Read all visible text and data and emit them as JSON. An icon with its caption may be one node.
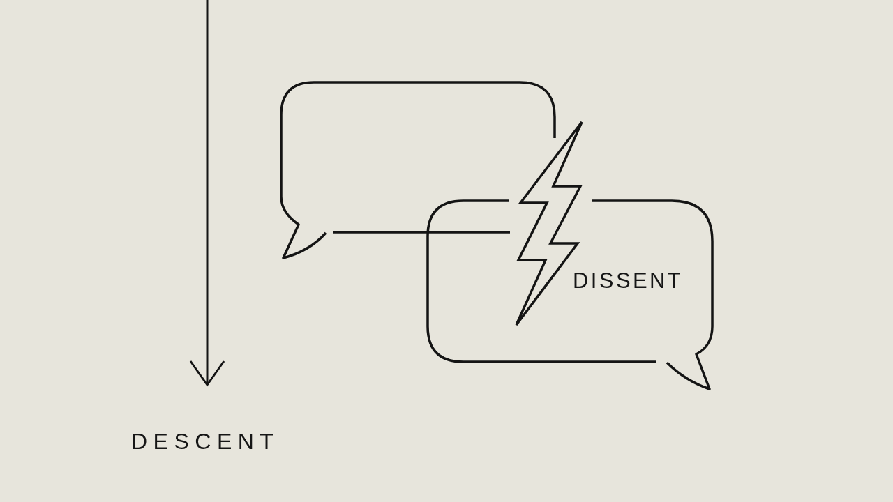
{
  "diagram": {
    "nodes": [
      {
        "text": [],
        "shape": "bubble"
      },
      {
        "text": [
          "DISSENT"
        ]
      }
    ],
    "edges": [
      {
        "from": 0,
        "to": 1,
        "arrow": "both"
      }
    ],
    "labels": [
      "DESCENT"
    ]
  }
}
